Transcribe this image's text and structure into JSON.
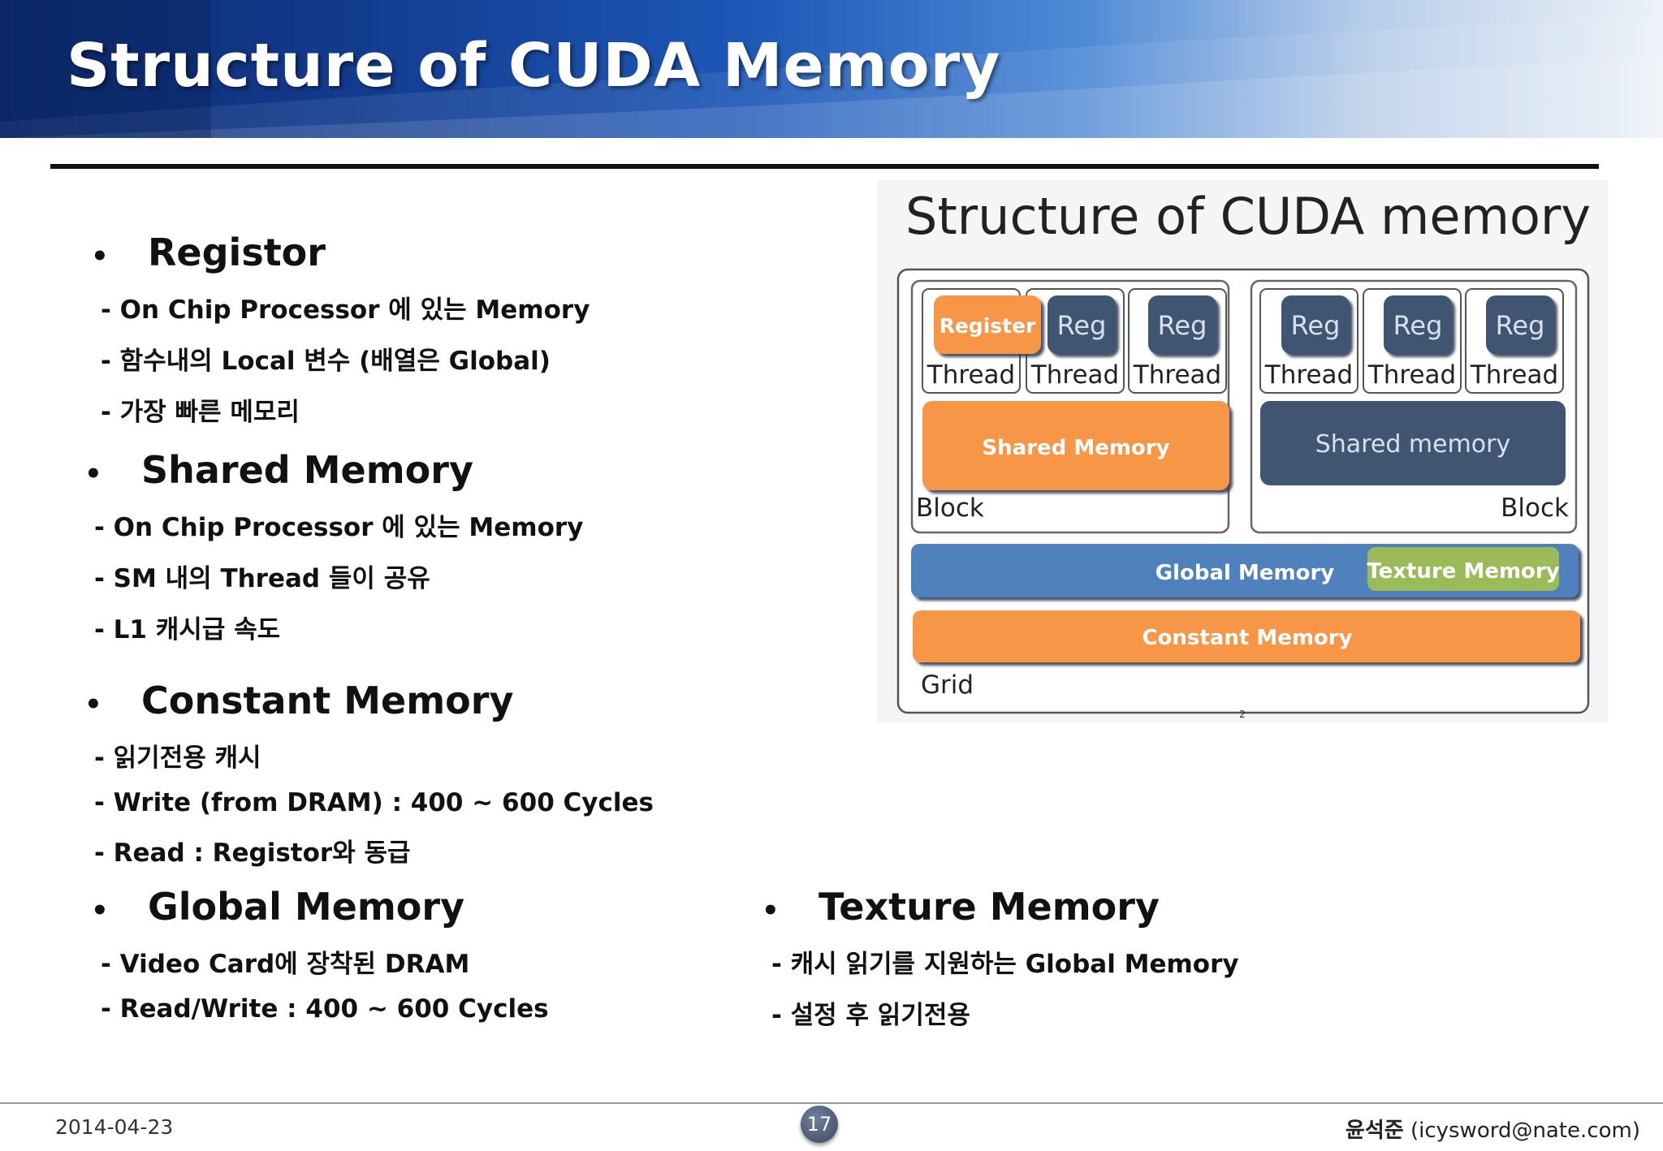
{
  "slide": {
    "title": "Structure of CUDA Memory",
    "date": "2014-04-23",
    "page": "17",
    "author_name": "윤석준",
    "author_email": "(icysword@nate.com)"
  },
  "sections": {
    "registor": {
      "title": "Registor",
      "items": [
        "- On Chip Processor 에 있는 Memory",
        "- 함수내의 Local 변수 (배열은 Global)",
        "- 가장 빠른 메모리"
      ]
    },
    "shared": {
      "title": "Shared Memory",
      "items": [
        "- On Chip Processor 에 있는 Memory",
        "- SM 내의 Thread 들이 공유",
        "- L1 캐시급 속도"
      ]
    },
    "constant": {
      "title": "Constant Memory",
      "items": [
        "- 읽기전용 캐시",
        "- Write (from DRAM) : 400 ~ 600 Cycles",
        "- Read : Registor와 동급"
      ]
    },
    "global": {
      "title": "Global Memory",
      "items": [
        "- Video Card에 장착된 DRAM",
        "- Read/Write : 400 ~ 600 Cycles"
      ]
    },
    "texture": {
      "title": "Texture Memory",
      "items": [
        "- 캐시 읽기를 지원하는 Global Memory",
        "- 설정 후 읽기전용"
      ]
    }
  },
  "diagram": {
    "title": "Structure of CUDA memory",
    "register_label": "Register",
    "reg_label": "Reg",
    "thread_label": "Thread",
    "shared_left": "Shared Memory",
    "shared_right": "Shared memory",
    "block_label": "Block",
    "global_label": "Global Memory",
    "texture_label": "Texture Memory",
    "constant_label": "Constant Memory",
    "grid_label": "Grid",
    "page_mark": "2",
    "colors": {
      "orange": "#f79646",
      "slate": "#3f5572",
      "blue": "#4f81bd",
      "green": "#9bbb59"
    }
  }
}
